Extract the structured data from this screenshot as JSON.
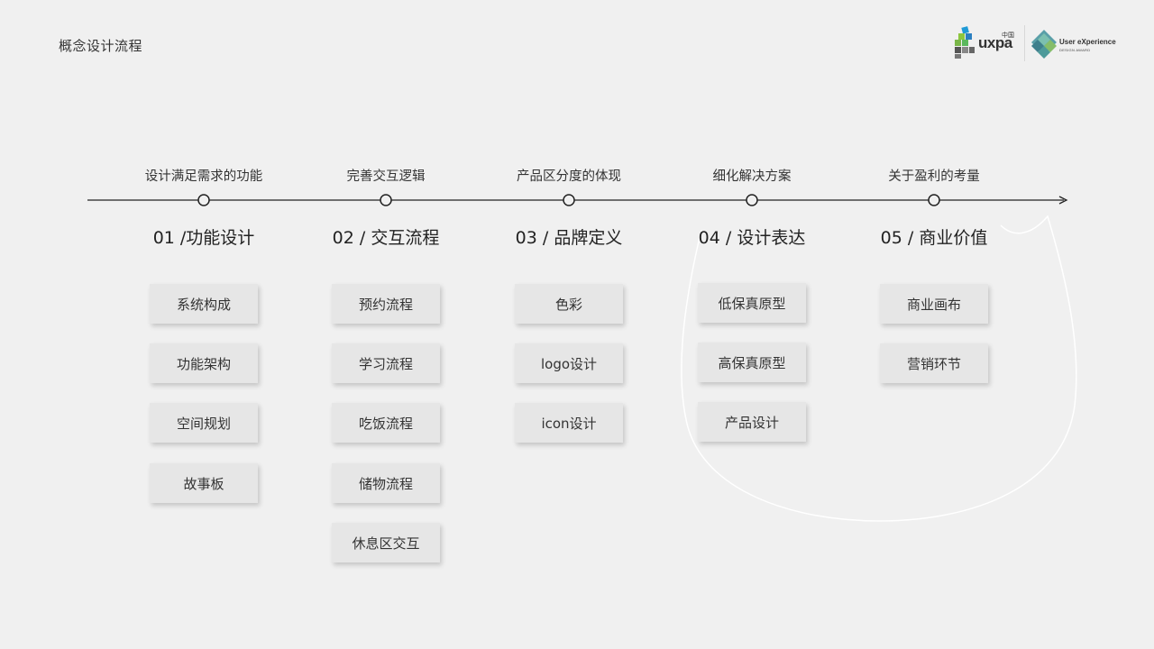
{
  "page": {
    "title": "概念设计流程"
  },
  "logos": {
    "uxpa": {
      "word": "uxpa",
      "cn": "中国"
    },
    "ux_award": {
      "title": "User eXperience",
      "subtitle": "DESIGN  AWARD"
    }
  },
  "stages": [
    {
      "desc": "设计满足需求的功能",
      "title": "01 /功能设计",
      "items": [
        "系统构成",
        "功能架构",
        "空间规划",
        "故事板"
      ]
    },
    {
      "desc": "完善交互逻辑",
      "title": "02 / 交互流程",
      "items": [
        "预约流程",
        "学习流程",
        "吃饭流程",
        "储物流程",
        "休息区交互"
      ]
    },
    {
      "desc": "产品区分度的体现",
      "title": "03 / 品牌定义",
      "items": [
        "色彩",
        "logo设计",
        "icon设计"
      ]
    },
    {
      "desc": "细化解决方案",
      "title": "04 / 设计表达",
      "items": [
        "低保真原型",
        "高保真原型",
        "产品设计"
      ]
    },
    {
      "desc": "关于盈利的考量",
      "title": "05 / 商业价值",
      "items": [
        "商业画布",
        "营销环节"
      ]
    }
  ],
  "colors": {
    "background": "#f0f0f0",
    "card": "#e6e6e6",
    "line": "#222222",
    "text": "#333333"
  }
}
